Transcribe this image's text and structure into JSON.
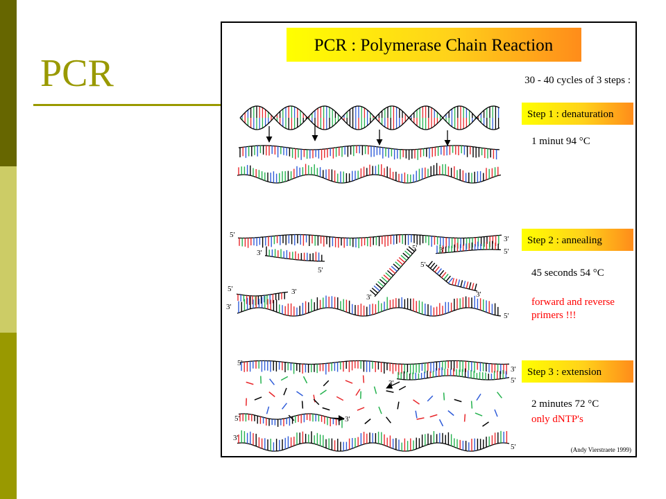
{
  "slide": {
    "title": "PCR"
  },
  "figure": {
    "heading": "PCR : Polymerase Chain Reaction",
    "cycles": "30 - 40 cycles of 3 steps :",
    "step1": {
      "label": "Step 1 : denaturation",
      "condition": "1 minut 94 °C"
    },
    "step2": {
      "label": "Step 2 : annealing",
      "condition": "45 seconds 54 °C",
      "note_line1": "forward and reverse",
      "note_line2": "primers !!!"
    },
    "step3": {
      "label": "Step 3 : extension",
      "condition": "2 minutes 72 °C",
      "note": "only dNTP's"
    },
    "credit": "(Andy Vierstraete 1999)",
    "ends": {
      "five": "5'",
      "three": "3'"
    }
  },
  "colors": {
    "olive_dark": "#666600",
    "olive_light": "#cccc66",
    "olive": "#999900",
    "highlight_start": "#ffff00",
    "highlight_end": "#ff8c1a",
    "note_red": "#ff0000",
    "base_red": "#e8262a",
    "base_green": "#22b14c",
    "base_blue": "#2e5bd8"
  }
}
